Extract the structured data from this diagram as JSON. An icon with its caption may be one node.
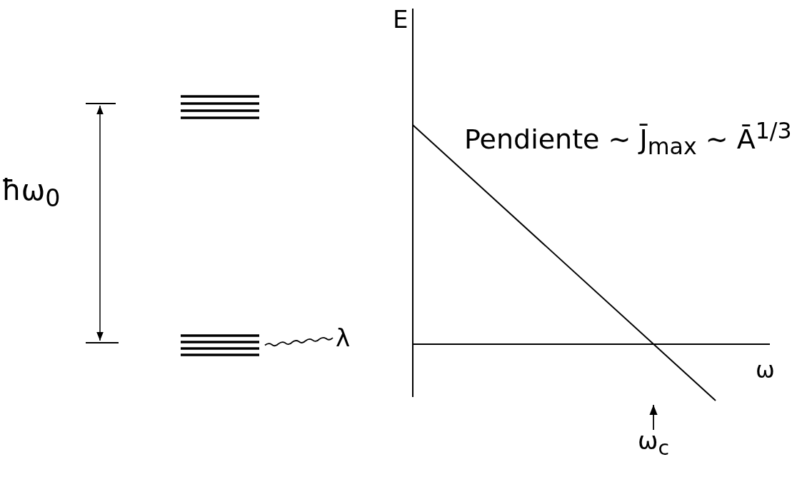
{
  "diagram": {
    "nodes": [
      {
        "text": [],
        "shape": "bar"
      },
      {
        "text": [],
        "shape": "bar"
      },
      {
        "text": [
          "λ"
        ]
      },
      {
        "text": [
          "ω$_{c}$"
        ]
      }
    ],
    "edges": [
      {
        "from": 2,
        "to": 1,
        "arrow": "none"
      },
      {
        "from": 3,
        "to": null,
        "arrow": "to"
      }
    ],
    "labels": [
      "ħω$_{0}$",
      "E",
      "Pendiente ∼ J̄$_{max}$ ∼ Ā$^{1/3}$",
      "ω"
    ]
  }
}
